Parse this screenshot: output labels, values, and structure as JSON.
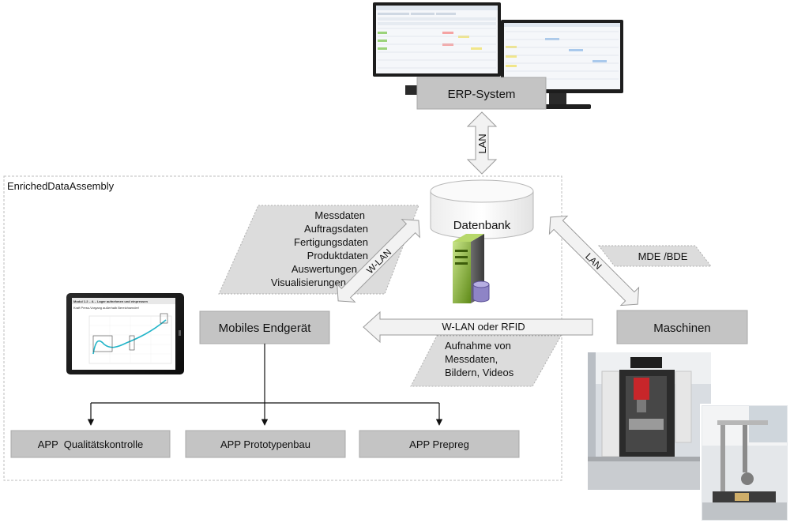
{
  "container": {
    "title": "EnrichedDataAssembly"
  },
  "erp": {
    "label": "ERP-System"
  },
  "lan_top": {
    "label": "LAN"
  },
  "database": {
    "label": "Datenbank"
  },
  "data_list": {
    "items": [
      "Messdaten",
      "Auftragsdaten",
      "Fertigungsdaten",
      "Produktdaten",
      "Auswertungen",
      "Visualisierungen"
    ]
  },
  "wlan_left": {
    "label": "W-LAN"
  },
  "mde": {
    "label": "MDE /BDE"
  },
  "lan_right": {
    "label": "LAN"
  },
  "mobile": {
    "label": "Mobiles Endgerät"
  },
  "machines": {
    "label": "Maschinen"
  },
  "wlan_rfid": {
    "label": "W-LAN oder RFID"
  },
  "capture": {
    "lines": [
      "Aufnahme von",
      "Messdaten,",
      "Bildern, Videos"
    ]
  },
  "apps": [
    {
      "label": "APP  Qualitätskontrolle"
    },
    {
      "label": "APP Prototypenbau"
    },
    {
      "label": "APP Prepreg"
    }
  ],
  "tablet": {
    "title": "Modul 1.2 – A – Lager aufnehmen und einpressen",
    "subtitle": "Kraft Press-Vorgang außerhalb Bereichsender!"
  },
  "colors": {
    "box_fill": "#c4c4c4",
    "box_stroke": "#a8a8a8",
    "arrow_fill": "#f2f2f2",
    "arrow_stroke": "#9a9a9a",
    "dashed_border": "#bdbdbd",
    "curve": "#22b5c9"
  }
}
